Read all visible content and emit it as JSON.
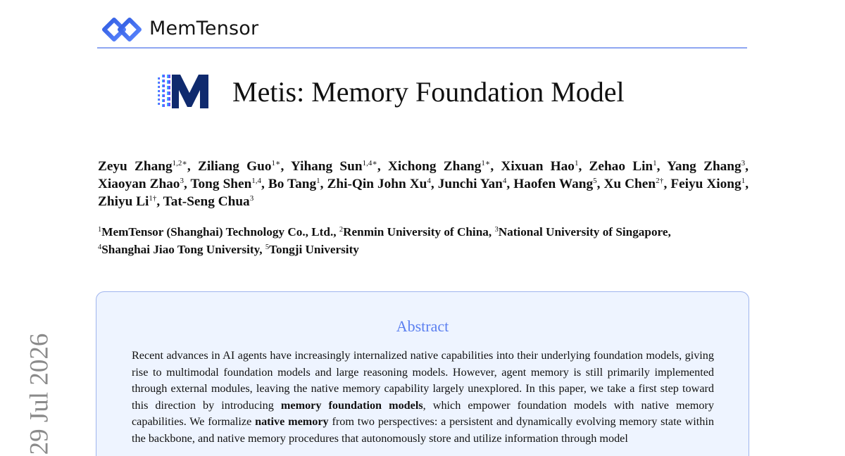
{
  "header": {
    "brand_name": "MemTensor",
    "brand_icon": "memtensor-logo-icon",
    "brand_color": "#4169e1"
  },
  "title": {
    "text": "Metis: Memory Foundation Model",
    "logo_icon": "metis-m-logo-icon"
  },
  "authors": [
    {
      "name": "Zeyu Zhang",
      "sup": "1,2∗"
    },
    {
      "name": "Ziliang Guo",
      "sup": "1∗"
    },
    {
      "name": "Yihang Sun",
      "sup": "1,4∗"
    },
    {
      "name": "Xichong Zhang",
      "sup": "1∗"
    },
    {
      "name": "Xixuan Hao",
      "sup": "1"
    },
    {
      "name": "Zehao Lin",
      "sup": "1"
    },
    {
      "name": "Yang Zhang",
      "sup": "3"
    },
    {
      "name": "Xiaoyan Zhao",
      "sup": "3"
    },
    {
      "name": "Tong Shen",
      "sup": "1,4"
    },
    {
      "name": "Bo Tang",
      "sup": "1"
    },
    {
      "name": "Zhi-Qin John Xu",
      "sup": "4"
    },
    {
      "name": "Junchi Yan",
      "sup": "4"
    },
    {
      "name": "Haofen Wang",
      "sup": "5"
    },
    {
      "name": "Xu Chen",
      "sup": "2†"
    },
    {
      "name": "Feiyu Xiong",
      "sup": "1"
    },
    {
      "name": "Zhiyu Li",
      "sup": "1†"
    },
    {
      "name": "Tat-Seng Chua",
      "sup": "3"
    }
  ],
  "affiliations": [
    {
      "sup": "1",
      "name": "MemTensor (Shanghai) Technology Co., Ltd."
    },
    {
      "sup": "2",
      "name": "Renmin University of China"
    },
    {
      "sup": "3",
      "name": "National University of Singapore"
    },
    {
      "sup": "4",
      "name": "Shanghai Jiao Tong University"
    },
    {
      "sup": "5",
      "name": "Tongji University"
    }
  ],
  "datestamp": "29 Jul 2026",
  "abstract": {
    "title": "Abstract",
    "p1": "Recent advances in AI agents have increasingly internalized native capabilities into their underlying foundation models, giving rise to multimodal foundation models and large reasoning models. However, agent memory is still primarily implemented through external modules, leaving the native memory capability largely unexplored. In this paper, we take a first step toward this direction by introducing ",
    "b1": "memory foundation models",
    "p2": ", which empower foundation models with native memory capabilities. We formalize ",
    "b2": "native memory",
    "p3": " from two perspectives: a persistent and dynamically evolving memory state within the backbone, and native memory procedures that autonomously store and utilize information through model"
  }
}
